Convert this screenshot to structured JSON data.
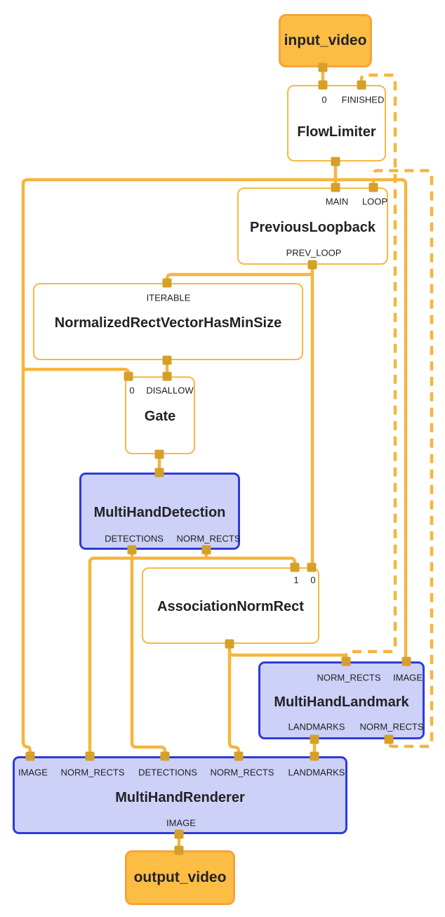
{
  "colors": {
    "background": "#FFFFFF",
    "edge_orange": "#F5B63D",
    "port_gold": "#D5A02A",
    "stream_node_fill": "#FCBD45",
    "stream_node_border": "#F9A23C",
    "calculator_node_border": "#F6BA40",
    "subgraph_node_fill": "#CDD1F7",
    "subgraph_node_border": "#2E3BDA",
    "text": "#1E1E20"
  },
  "nodes": {
    "input_video": {
      "title": "input_video",
      "type": "stream"
    },
    "flow_limiter": {
      "title": "FlowLimiter",
      "ports": {
        "in0": "0",
        "finished": "FINISHED"
      }
    },
    "previous_loopback": {
      "title": "PreviousLoopback",
      "ports": {
        "main": "MAIN",
        "loop": "LOOP",
        "prev_loop": "PREV_LOOP"
      }
    },
    "normalized": {
      "title": "NormalizedRectVectorHasMinSize",
      "ports": {
        "iterable": "ITERABLE"
      }
    },
    "gate": {
      "title": "Gate",
      "ports": {
        "in0": "0",
        "disallow": "DISALLOW"
      }
    },
    "multi_hand_detection": {
      "title": "MultiHandDetection",
      "ports": {
        "detections": "DETECTIONS",
        "norm_rects": "NORM_RECTS"
      }
    },
    "association_norm_rect": {
      "title": "AssociationNormRect",
      "ports": {
        "in1": "1",
        "in0": "0"
      }
    },
    "multi_hand_landmark": {
      "title": "MultiHandLandmark",
      "ports": {
        "norm_rects_in": "NORM_RECTS",
        "image_in": "IMAGE",
        "landmarks_out": "LANDMARKS",
        "norm_rects_out": "NORM_RECTS"
      }
    },
    "multi_hand_renderer": {
      "title": "MultiHandRenderer",
      "ports": {
        "image_in": "IMAGE",
        "norm_rects_1": "NORM_RECTS",
        "detections": "DETECTIONS",
        "norm_rects_2": "NORM_RECTS",
        "landmarks": "LANDMARKS",
        "image_out": "IMAGE"
      }
    },
    "output_video": {
      "title": "output_video",
      "type": "stream"
    }
  },
  "edges": [
    {
      "from": "input_video",
      "to": "FlowLimiter.0",
      "style": "solid"
    },
    {
      "from": "FlowLimiter",
      "to": "PreviousLoopback.MAIN",
      "style": "solid"
    },
    {
      "from": "FlowLimiter",
      "to": "Gate.0",
      "style": "solid"
    },
    {
      "from": "FlowLimiter",
      "to": "MultiHandLandmark.IMAGE",
      "style": "solid"
    },
    {
      "from": "FlowLimiter",
      "to": "MultiHandRenderer.IMAGE",
      "style": "solid"
    },
    {
      "from": "PreviousLoopback.PREV_LOOP",
      "to": "NormalizedRectVectorHasMinSize.ITERABLE",
      "style": "solid"
    },
    {
      "from": "PreviousLoopback.PREV_LOOP",
      "to": "AssociationNormRect.0",
      "style": "solid"
    },
    {
      "from": "NormalizedRectVectorHasMinSize",
      "to": "Gate.DISALLOW",
      "style": "solid"
    },
    {
      "from": "Gate",
      "to": "MultiHandDetection",
      "style": "solid"
    },
    {
      "from": "MultiHandDetection.DETECTIONS",
      "to": "MultiHandRenderer.DETECTIONS",
      "style": "solid"
    },
    {
      "from": "MultiHandDetection.NORM_RECTS",
      "to": "AssociationNormRect.1",
      "style": "solid"
    },
    {
      "from": "MultiHandDetection.NORM_RECTS",
      "to": "MultiHandRenderer.NORM_RECTS",
      "style": "solid"
    },
    {
      "from": "AssociationNormRect",
      "to": "MultiHandLandmark.NORM_RECTS",
      "style": "solid"
    },
    {
      "from": "AssociationNormRect",
      "to": "MultiHandRenderer.NORM_RECTS",
      "style": "solid"
    },
    {
      "from": "AssociationNormRect",
      "to": "FlowLimiter.FINISHED",
      "style": "dashed"
    },
    {
      "from": "MultiHandLandmark.NORM_RECTS",
      "to": "PreviousLoopback.LOOP",
      "style": "dashed"
    },
    {
      "from": "MultiHandLandmark.LANDMARKS",
      "to": "MultiHandRenderer.LANDMARKS",
      "style": "solid"
    },
    {
      "from": "MultiHandRenderer.IMAGE",
      "to": "output_video",
      "style": "solid"
    }
  ]
}
